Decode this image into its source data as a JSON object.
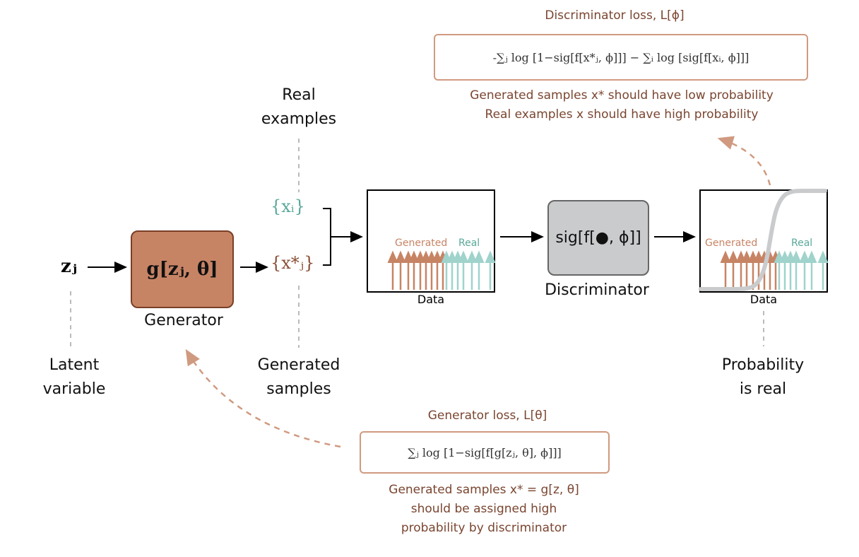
{
  "discriminator_loss": {
    "title": "Discriminator loss, L[ϕ]",
    "formula": "-∑ⱼ log [1−sig[f[x*ⱼ, ϕ]]] − ∑ᵢ log [sig[f[xᵢ, ϕ]]]",
    "note_line1": "Generated samples x* should have low probability",
    "note_line2": "Real examples x should have high probability"
  },
  "generator_loss": {
    "title": "Generator loss, L[θ]",
    "formula": "∑ⱼ log [1−sig[f[g[zⱼ, θ], ϕ]]]",
    "note_line1": "Generated samples x* = g[z, θ]",
    "note_line2": "should be assigned high",
    "note_line3": "probability by discriminator"
  },
  "real_examples": {
    "line1": "Real",
    "line2": "examples",
    "symbol": "{xᵢ}"
  },
  "generated_samples": {
    "line1": "Generated",
    "line2": "samples",
    "symbol": "{x*ⱼ}"
  },
  "latent": {
    "symbol": "zⱼ",
    "line1": "Latent",
    "line2": "variable"
  },
  "generator": {
    "formula": "g[zⱼ, θ]",
    "label": "Generator"
  },
  "discriminator": {
    "formula": "sig[f[●, ϕ]]",
    "label": "Discriminator"
  },
  "plot1": {
    "generated_label": "Generated",
    "real_label": "Real",
    "xlabel": "Data"
  },
  "plot2": {
    "generated_label": "Generated",
    "real_label": "Real",
    "xlabel": "Data"
  },
  "probability": {
    "line1": "Probability",
    "line2": "is real"
  },
  "colors": {
    "generated": "#c78465",
    "real": "#9fd3cc",
    "loss_border": "#d09a80",
    "sigmoid": "#c9cbcd"
  }
}
